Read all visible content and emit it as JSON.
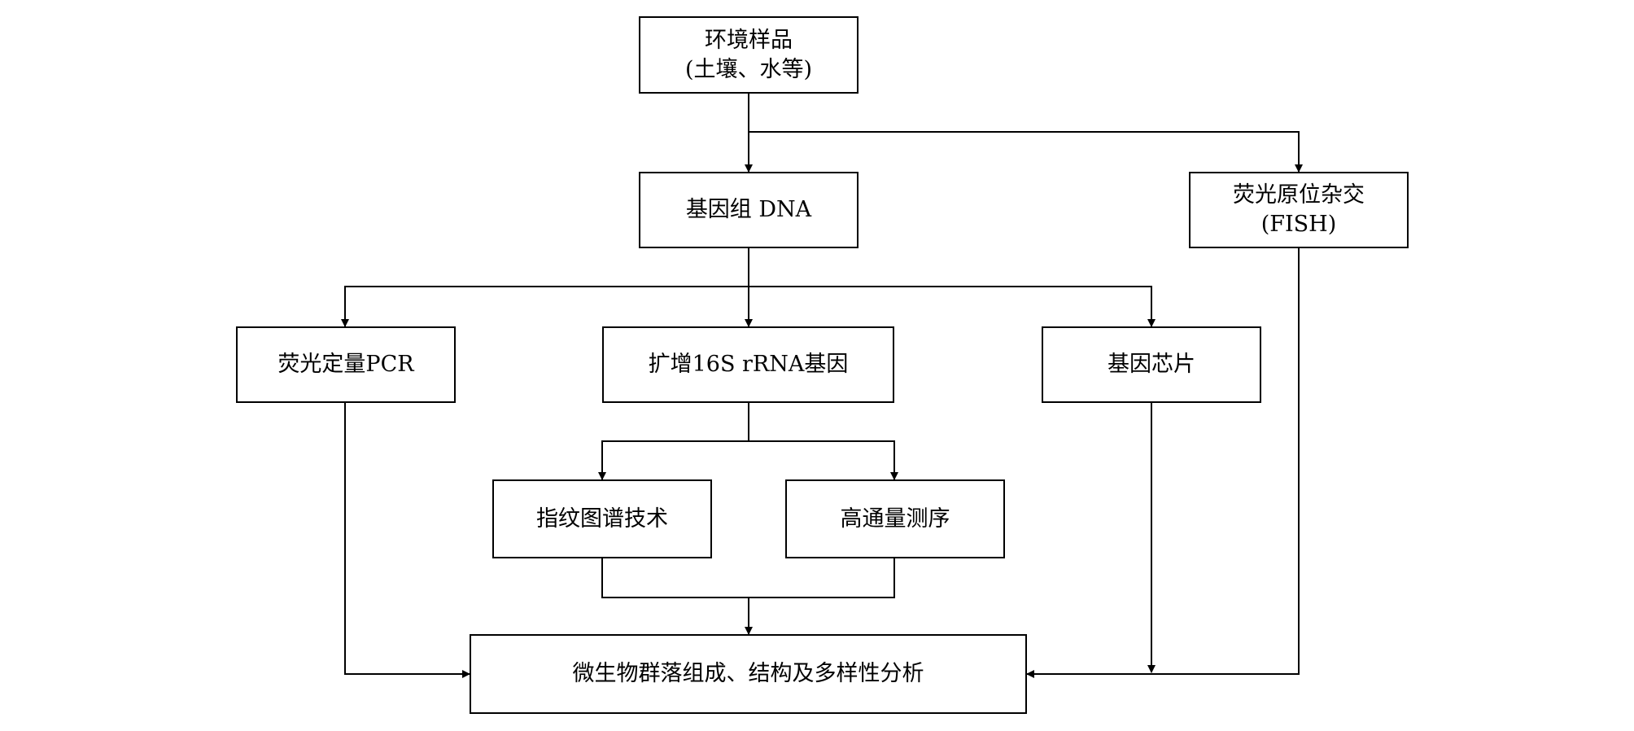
{
  "nodes": {
    "env_sample": {
      "line1": "环境样品",
      "line2": "(土壤、水等)"
    },
    "genome_dna": {
      "label": "基因组 DNA"
    },
    "fish": {
      "line1": "荧光原位杂交",
      "line2": "(FISH)"
    },
    "qpcr": {
      "label": "荧光定量PCR"
    },
    "amplify_16s": {
      "label": "扩增16S rRNA基因"
    },
    "gene_chip": {
      "label": "基因芯片"
    },
    "fingerprint": {
      "label": "指纹图谱技术"
    },
    "ht_seq": {
      "label": "高通量测序"
    },
    "analysis": {
      "label": "微生物群落组成、结构及多样性分析"
    }
  },
  "colors": {
    "stroke": "#000000",
    "background": "#ffffff"
  }
}
